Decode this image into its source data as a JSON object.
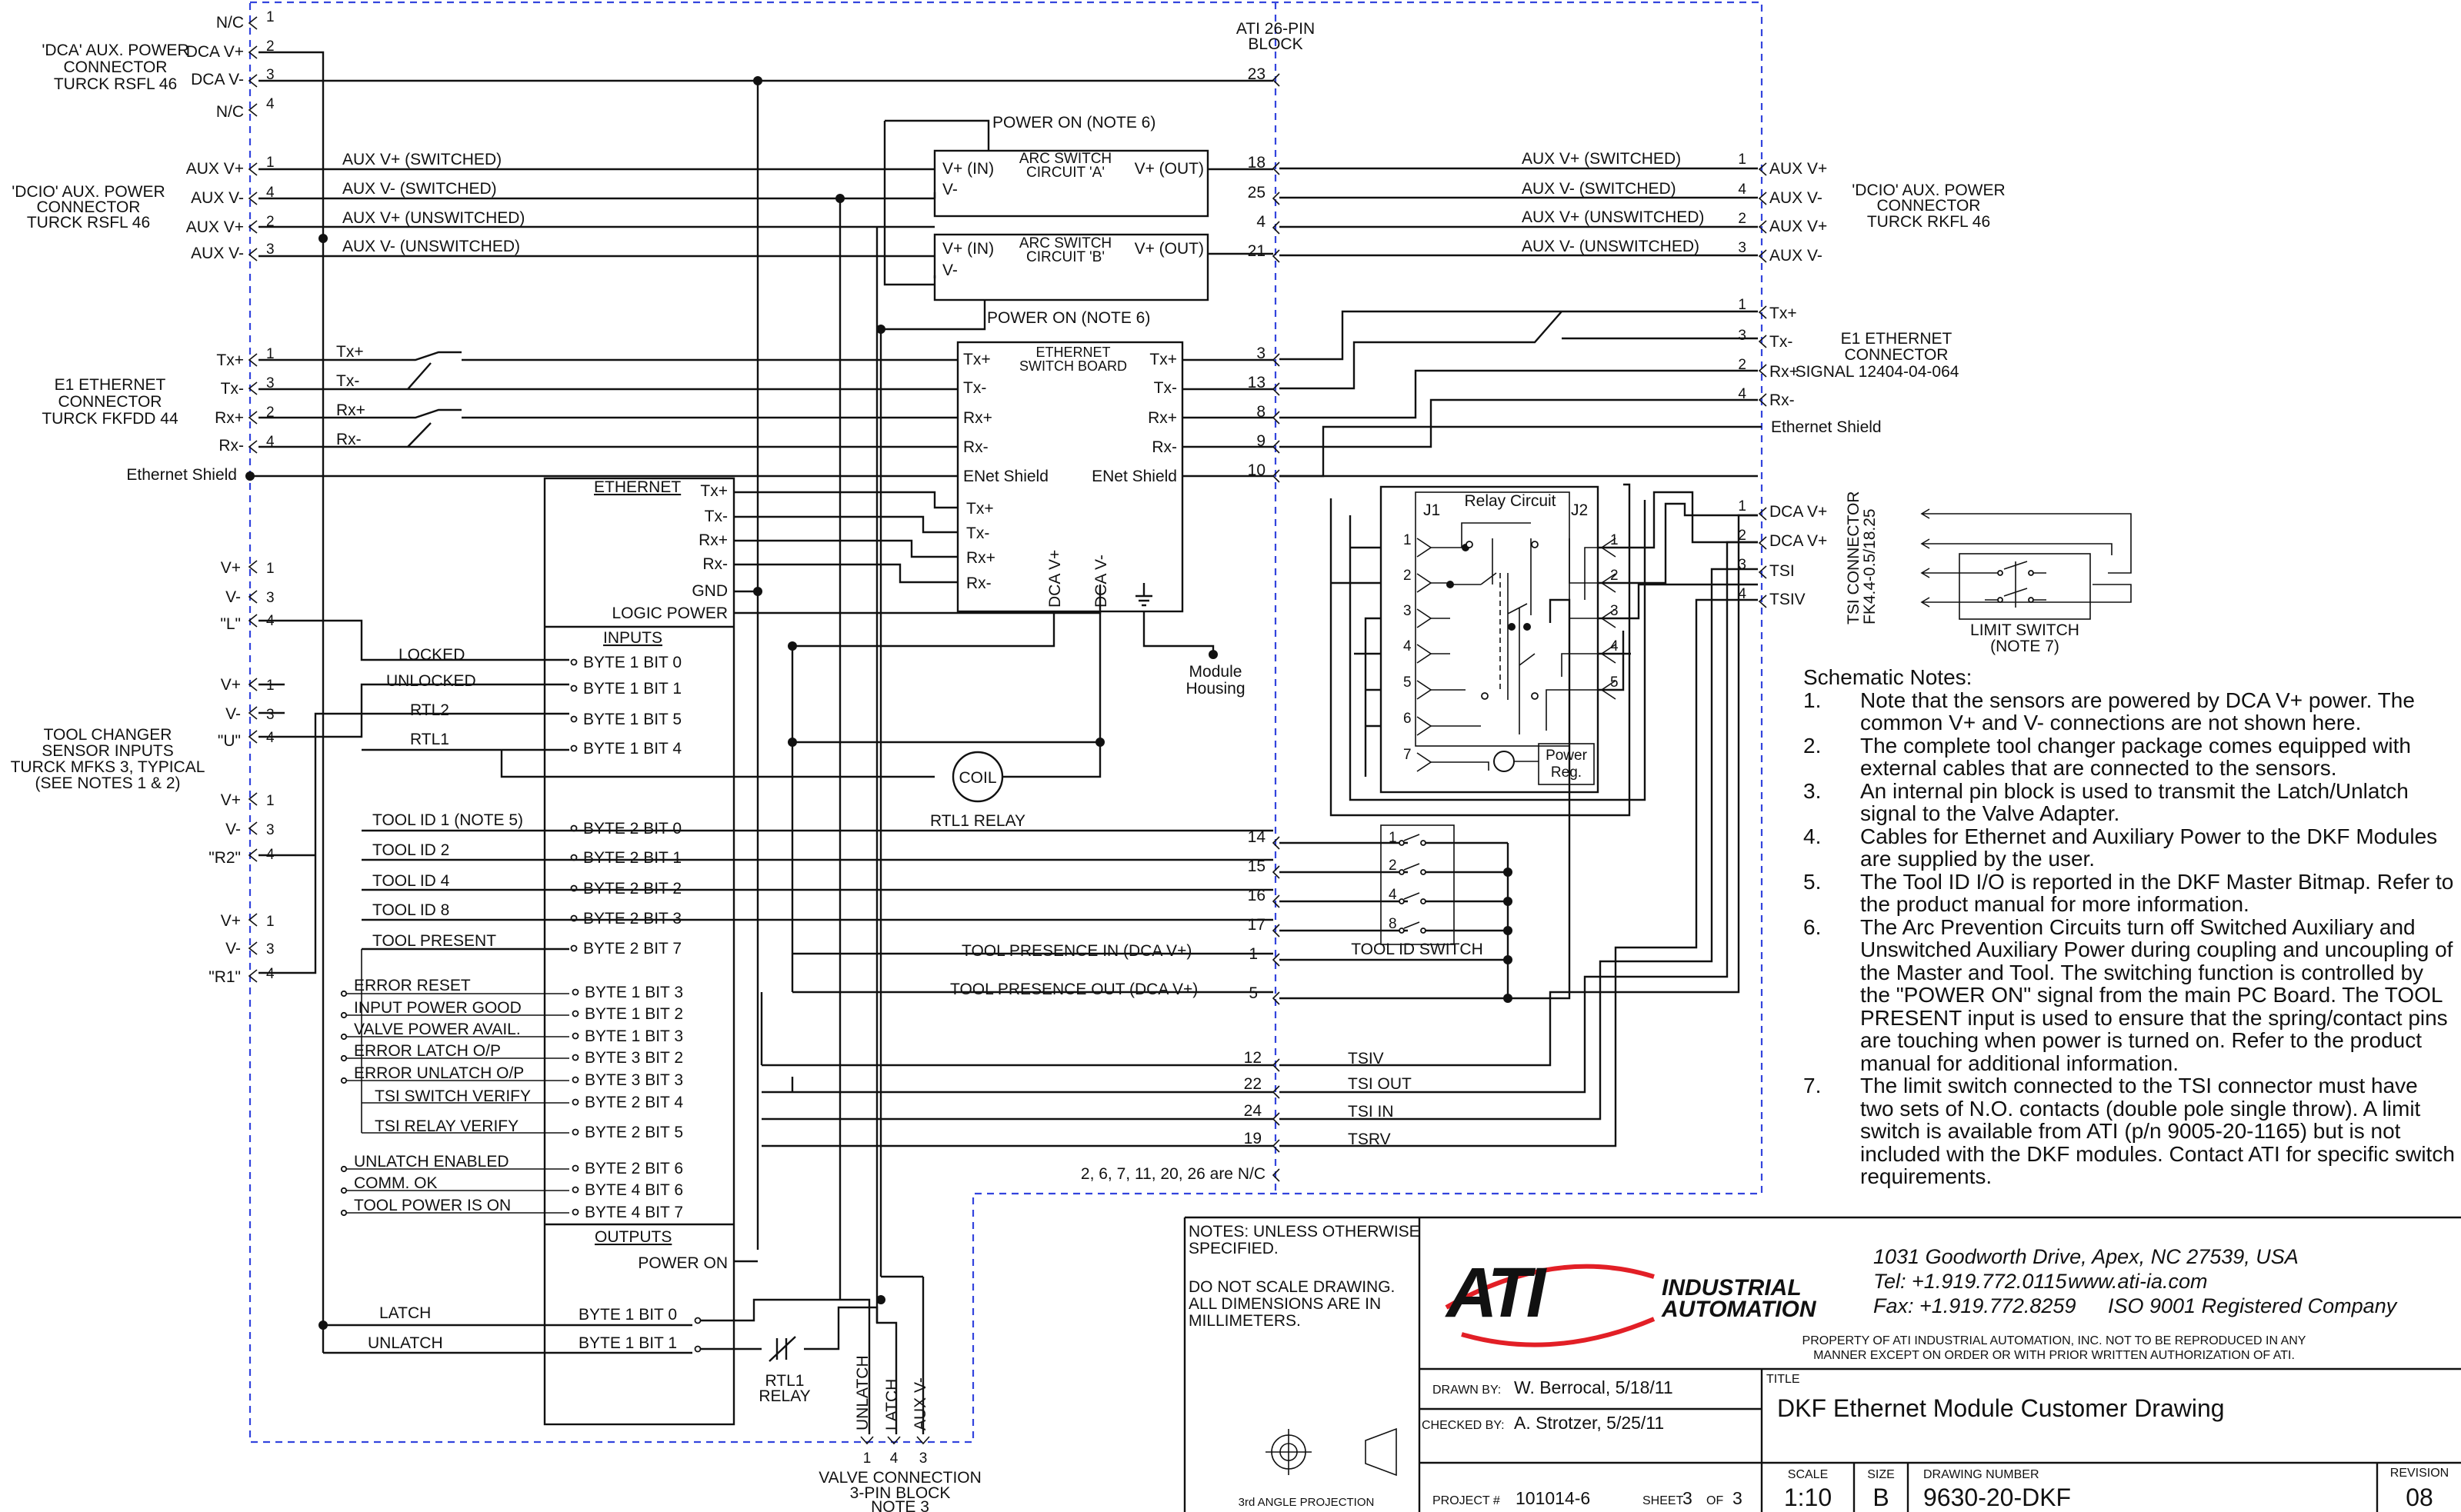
{
  "left_connectors": {
    "dca": {
      "title": [
        "'DCA' AUX. POWER",
        "CONNECTOR",
        "TURCK RSFL 46"
      ],
      "pins": [
        {
          "label": "N/C",
          "num": "1"
        },
        {
          "label": "DCA V+",
          "num": "2"
        },
        {
          "label": "DCA V-",
          "num": "3"
        },
        {
          "label": "N/C",
          "num": "4"
        }
      ]
    },
    "dcio": {
      "title": [
        "'DCIO' AUX. POWER",
        "CONNECTOR",
        "TURCK RSFL 46"
      ],
      "pins": [
        {
          "label": "AUX V+",
          "num": "1"
        },
        {
          "label": "AUX V-",
          "num": "4"
        },
        {
          "label": "AUX V+",
          "num": "2"
        },
        {
          "label": "AUX V-",
          "num": "3"
        }
      ]
    },
    "e1": {
      "title": [
        "E1 ETHERNET",
        "CONNECTOR",
        "TURCK FKFDD 44"
      ],
      "pins": [
        {
          "label": "Tx+",
          "num": "1"
        },
        {
          "label": "Tx-",
          "num": "3"
        },
        {
          "label": "Rx+",
          "num": "2"
        },
        {
          "label": "Rx-",
          "num": "4"
        }
      ],
      "shield": "Ethernet Shield"
    },
    "sensors": {
      "title": [
        "TOOL CHANGER",
        "SENSOR INPUTS",
        "TURCK MFKS 3, TYPICAL",
        "(SEE NOTES 1 & 2)"
      ],
      "groups": [
        [
          {
            "label": "V+",
            "num": "1"
          },
          {
            "label": "V-",
            "num": "3"
          },
          {
            "label": "\"L\"",
            "num": "4"
          }
        ],
        [
          {
            "label": "V+",
            "num": "1"
          },
          {
            "label": "V-",
            "num": "3"
          },
          {
            "label": "\"U\"",
            "num": "4"
          }
        ],
        [
          {
            "label": "V+",
            "num": "1"
          },
          {
            "label": "V-",
            "num": "3"
          },
          {
            "label": "\"R2\"",
            "num": "4"
          }
        ],
        [
          {
            "label": "V+",
            "num": "1"
          },
          {
            "label": "V-",
            "num": "3"
          },
          {
            "label": "\"R1\"",
            "num": "4"
          }
        ]
      ]
    }
  },
  "wire_labels": {
    "aux": [
      "AUX V+ (SWITCHED)",
      "AUX V- (SWITCHED)",
      "AUX V+ (UNSWITCHED)",
      "AUX V- (UNSWITCHED)"
    ],
    "eth": [
      "Tx+",
      "Tx-",
      "Rx+",
      "Rx-"
    ],
    "sensor": [
      "LOCKED",
      "UNLOCKED",
      "RTL2",
      "RTL1"
    ],
    "tool_id": [
      "TOOL ID 1 (NOTE 5)",
      "TOOL ID 2",
      "TOOL ID 4",
      "TOOL ID 8",
      "TOOL PRESENT"
    ],
    "status": [
      "ERROR RESET",
      "INPUT POWER GOOD",
      "VALVE POWER AVAIL.",
      "ERROR LATCH O/P",
      "ERROR UNLATCH O/P",
      "TSI SWITCH VERIFY",
      "TSI RELAY VERIFY",
      "UNLATCH ENABLED",
      "COMM. OK",
      "TOOL POWER IS ON"
    ],
    "outputs": [
      "LATCH",
      "UNLATCH"
    ],
    "presence": [
      "TOOL PRESENCE IN (DCA V+)",
      "TOOL PRESENCE OUT (DCA V+)"
    ],
    "tsi": [
      "TSIV",
      "TSI OUT",
      "TSI IN",
      "TSRV"
    ]
  },
  "module_block": {
    "ethernet_label": "ETHERNET",
    "ethernet_pins": [
      "Tx+",
      "Tx-",
      "Rx+",
      "Rx-",
      "GND"
    ],
    "logic_power": "LOGIC POWER",
    "inputs_label": "INPUTS",
    "inputs": [
      "BYTE 1 BIT 0",
      "BYTE 1 BIT 1",
      "BYTE 1 BIT 5",
      "BYTE 1 BIT 4",
      "BYTE 2 BIT 0",
      "BYTE 2 BIT 1",
      "BYTE 2 BIT 2",
      "BYTE 2 BIT 3",
      "BYTE 2 BIT 7",
      "BYTE 1 BIT 3",
      "BYTE 1 BIT 2",
      "BYTE 1 BIT 3",
      "BYTE 3 BIT 2",
      "BYTE 3 BIT 3",
      "BYTE 2 BIT 4",
      "BYTE 2 BIT 5",
      "BYTE 2 BIT 6",
      "BYTE 4 BIT 6",
      "BYTE 4 BIT 7"
    ],
    "outputs_label": "OUTPUTS",
    "power_on": "POWER ON",
    "outputs": [
      "BYTE 1 BIT 0",
      "BYTE 1 BIT 1"
    ]
  },
  "arc_switch": {
    "a": {
      "title": [
        "ARC SWITCH",
        "CIRCUIT 'A'"
      ],
      "vin": "V+ (IN)",
      "vout": "V+ (OUT)",
      "vneg": "V-"
    },
    "b": {
      "title": [
        "ARC SWITCH",
        "CIRCUIT 'B'"
      ],
      "vin": "V+ (IN)",
      "vout": "V+ (OUT)",
      "vneg": "V-"
    },
    "power_on_a": "POWER ON (NOTE 6)",
    "power_on_b": "POWER ON (NOTE 6)"
  },
  "switch_board": {
    "title": [
      "ETHERNET",
      "SWITCH BOARD"
    ],
    "left": [
      "Tx+",
      "Tx-",
      "Rx+",
      "Rx-",
      "ENet Shield",
      "Tx+",
      "Tx-",
      "Rx+",
      "Rx-"
    ],
    "right": [
      "Tx+",
      "Tx-",
      "Rx+",
      "Rx-",
      "ENet Shield"
    ],
    "bottom": [
      "DCA V+",
      "DCA V-"
    ]
  },
  "module_housing": [
    "Module",
    "Housing"
  ],
  "coil": {
    "label": "COIL",
    "relay": "RTL1 RELAY"
  },
  "rtl1_contact": [
    "RTL1",
    "RELAY"
  ],
  "pin_block": {
    "title": [
      "ATI 26-PIN",
      "BLOCK"
    ],
    "pins": [
      "23",
      "18",
      "25",
      "4",
      "21",
      "3",
      "13",
      "8",
      "9",
      "10",
      "14",
      "15",
      "16",
      "17",
      "1",
      "5",
      "12",
      "22",
      "24",
      "19"
    ],
    "nc_note": "2, 6, 7, 11, 20, 26 are N/C"
  },
  "valve": {
    "signals": [
      "UNLATCH",
      "LATCH",
      "AUX V-"
    ],
    "pins": [
      "1",
      "4",
      "3"
    ],
    "title": [
      "VALVE CONNECTION",
      "3-PIN BLOCK",
      "NOTE 3"
    ]
  },
  "right_connectors": {
    "dcio": {
      "title": [
        "'DCIO' AUX. POWER",
        "CONNECTOR",
        "TURCK RKFL 46"
      ],
      "pins": [
        {
          "num": "1",
          "label": "AUX V+"
        },
        {
          "num": "4",
          "label": "AUX V-"
        },
        {
          "num": "2",
          "label": "AUX V+"
        },
        {
          "num": "3",
          "label": "AUX V-"
        }
      ]
    },
    "e1": {
      "title": [
        "E1 ETHERNET",
        "CONNECTOR",
        "SIGNAL 12404-04-064"
      ],
      "pins": [
        {
          "num": "1",
          "label": "Tx+"
        },
        {
          "num": "3",
          "label": "Tx-"
        },
        {
          "num": "2",
          "label": "Rx+"
        },
        {
          "num": "4",
          "label": "Rx-"
        }
      ],
      "shield": "Ethernet Shield"
    },
    "tsi": {
      "title": [
        "TSI CONNECTOR",
        "FK4.4-0.5/18.25"
      ],
      "pins": [
        {
          "num": "1",
          "label": "DCA V+"
        },
        {
          "num": "2",
          "label": "DCA V+"
        },
        {
          "num": "3",
          "label": "TSI"
        },
        {
          "num": "4",
          "label": "TSIV"
        }
      ]
    }
  },
  "relay_circuit": {
    "title": "Relay Circuit",
    "j1": "J1",
    "j2": "J2",
    "pins_j1": [
      "1",
      "2",
      "3",
      "4",
      "5",
      "6",
      "7"
    ],
    "pins_j2": [
      "1",
      "2",
      "3",
      "4",
      "5"
    ],
    "power_reg": [
      "Power",
      "Reg."
    ]
  },
  "tool_id_switch": {
    "label": "TOOL ID SWITCH",
    "pins": [
      "1",
      "2",
      "4",
      "8"
    ]
  },
  "limit_switch": {
    "label": [
      "LIMIT SWITCH",
      "(NOTE 7)"
    ]
  },
  "notes": {
    "header": "Schematic Notes:",
    "items": [
      {
        "num": "1.",
        "text": "Note that the sensors are powered by DCA V+ power. The common V+ and V- connections are not shown here."
      },
      {
        "num": "2.",
        "text": "The complete tool changer package comes equipped with external cables that are connected to the sensors."
      },
      {
        "num": "3.",
        "text": "An internal pin block is used to transmit the Latch/Unlatch signal to the Valve Adapter."
      },
      {
        "num": "4.",
        "text": "Cables for Ethernet and Auxiliary Power to the DKF Modules are supplied by the user."
      },
      {
        "num": "5.",
        "text": "The Tool ID I/O is reported in the DKF Master Bitmap. Refer to the product manual for more information."
      },
      {
        "num": "6.",
        "text": "The Arc Prevention Circuits turn off Switched Auxiliary and Unswitched Auxiliary Power during coupling and uncoupling of the Master and Tool. The switching function is controlled by the \"POWER ON\" signal from the main PC Board. The TOOL PRESENT input is used to ensure that the spring/contact pins are touching when power is turned on. Refer to the product manual for additional information."
      },
      {
        "num": "7.",
        "text": "The limit switch connected to the TSI connector must have two sets of N.O. contacts (double pole single throw). A limit switch is available from ATI (p/n 9005-20-1165) but is not included with the DKF modules. Contact ATI for specific switch requirements."
      }
    ]
  },
  "title_block": {
    "general_notes": [
      "NOTES:  UNLESS OTHERWISE",
      "SPECIFIED.",
      "",
      "DO NOT SCALE DRAWING.",
      "ALL DIMENSIONS ARE IN",
      "MILLIMETERS."
    ],
    "company": {
      "logo_text": "ATI",
      "logo_sub": [
        "INDUSTRIAL",
        "AUTOMATION"
      ],
      "address": "1031 Goodworth Drive, Apex, NC 27539, USA",
      "tel": "Tel: +1.919.772.0115",
      "web": "www.ati-ia.com",
      "fax": "Fax: +1.919.772.8259",
      "iso": "ISO 9001 Registered Company",
      "property": [
        "PROPERTY OF ATI INDUSTRIAL AUTOMATION, INC. NOT TO BE REPRODUCED IN ANY",
        "MANNER EXCEPT ON ORDER OR WITH PRIOR WRITTEN AUTHORIZATION OF ATI."
      ]
    },
    "drawn_by_label": "DRAWN BY:",
    "drawn_by": "W. Berrocal, 5/18/11",
    "checked_by_label": "CHECKED BY:",
    "checked_by": "A. Strotzer, 5/25/11",
    "title_label": "TITLE",
    "title": "DKF Ethernet Module Customer Drawing",
    "projection": "3rd ANGLE PROJECTION",
    "project_label": "PROJECT #",
    "project": "101014-6",
    "sheet_label": "SHEET",
    "sheet": "3",
    "of_label": "OF",
    "of": "3",
    "scale_label": "SCALE",
    "scale": "1:10",
    "size_label": "SIZE",
    "size": "B",
    "drawing_number_label": "DRAWING NUMBER",
    "drawing_number": "9630-20-DKF",
    "revision_label": "REVISION",
    "revision": "08"
  },
  "colors": {
    "ink": "#111111",
    "boundary": "#3344dd",
    "logo_red": "#e21f26"
  }
}
